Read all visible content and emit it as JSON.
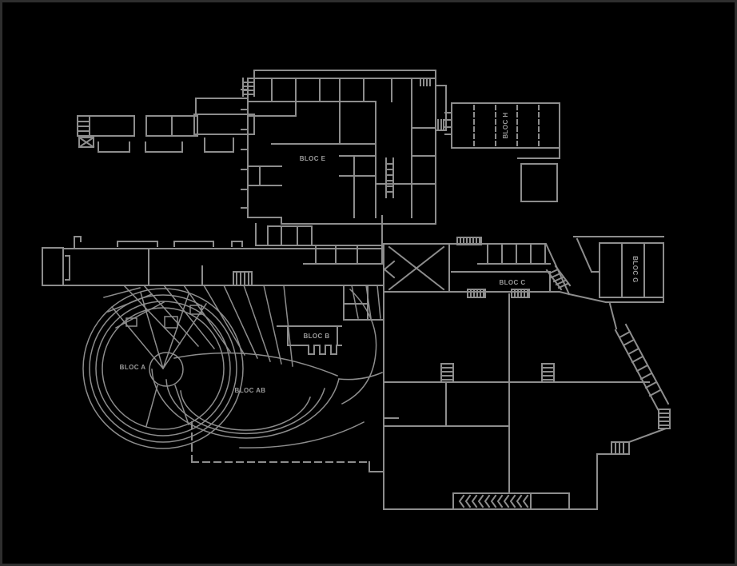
{
  "canvas": {
    "background": "#000000",
    "border_color": "#2e2e2e",
    "line_color": "#8d8d8d",
    "text_color": "#9c9c9c"
  },
  "labels": {
    "bloc_a": "BLOC A",
    "bloc_b": "BLOC B",
    "bloc_ab": "BLOC AB",
    "bloc_c": "BLOC C",
    "bloc_e": "BLOC E",
    "bloc_g": "BLOC G",
    "bloc_h": "BLOC H"
  }
}
